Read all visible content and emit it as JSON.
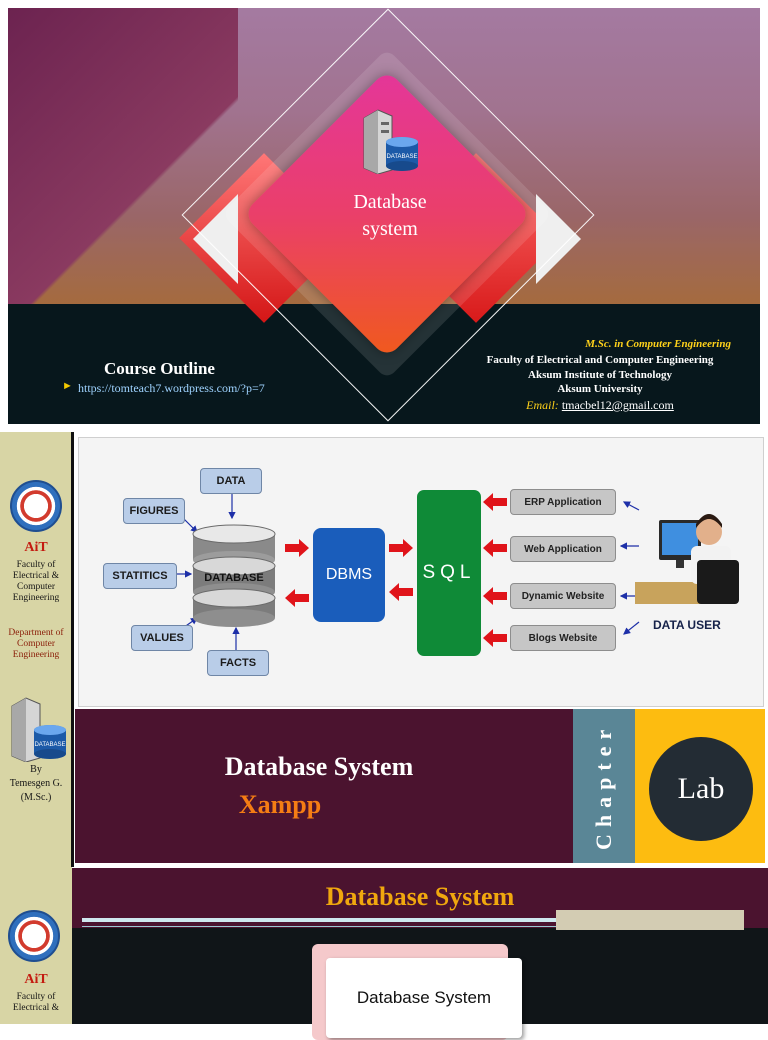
{
  "slide1": {
    "title_line1": "Database",
    "title_line2": "system",
    "course_outline": "Course Outline",
    "bullet": "►",
    "link": "https://tomteach7.wordpress.com/?p=7",
    "degree": "M.Sc. in Computer Engineering",
    "faculty": "Faculty of Electrical and Computer Engineering",
    "institute": "Aksum Institute of Technology",
    "university": "Aksum University",
    "email_label": "Email:",
    "email": "tmacbel12@gmail.com",
    "icon_label": "DATABASE"
  },
  "sidebar": {
    "ait": "AiT",
    "faculty_lines": [
      "Faculty of",
      "Electrical &",
      "Computer",
      "Engineering"
    ],
    "dept_lines": [
      "Department of",
      "Computer",
      "Engineering"
    ],
    "by": "By",
    "author": "Temesgen G.",
    "author_degree": "(M.Sc.)",
    "icon_label": "DATABASE"
  },
  "diagram": {
    "inputs": {
      "data": "DATA",
      "figures": "FIGURES",
      "statitics": "STATITICS",
      "values": "VALUES",
      "facts": "FACTS"
    },
    "database": "DATABASE",
    "dbms": "DBMS",
    "sql": "SQL",
    "apps": [
      "ERP Application",
      "Web Application",
      "Dynamic Website",
      "Blogs Website"
    ],
    "user": "DATA USER",
    "colors": {
      "dbms": "#1a5dbb",
      "sql": "#0f8a37",
      "arrow": "#e0141a"
    }
  },
  "chapter": {
    "title": "Database System",
    "subtitle": "Xampp",
    "chapter_word": "Chapter",
    "lab": "Lab"
  },
  "slide3": {
    "title": "Database System",
    "card": "Database System",
    "ait": "AiT",
    "faculty_lines": [
      "Faculty of",
      "Electrical &"
    ]
  }
}
